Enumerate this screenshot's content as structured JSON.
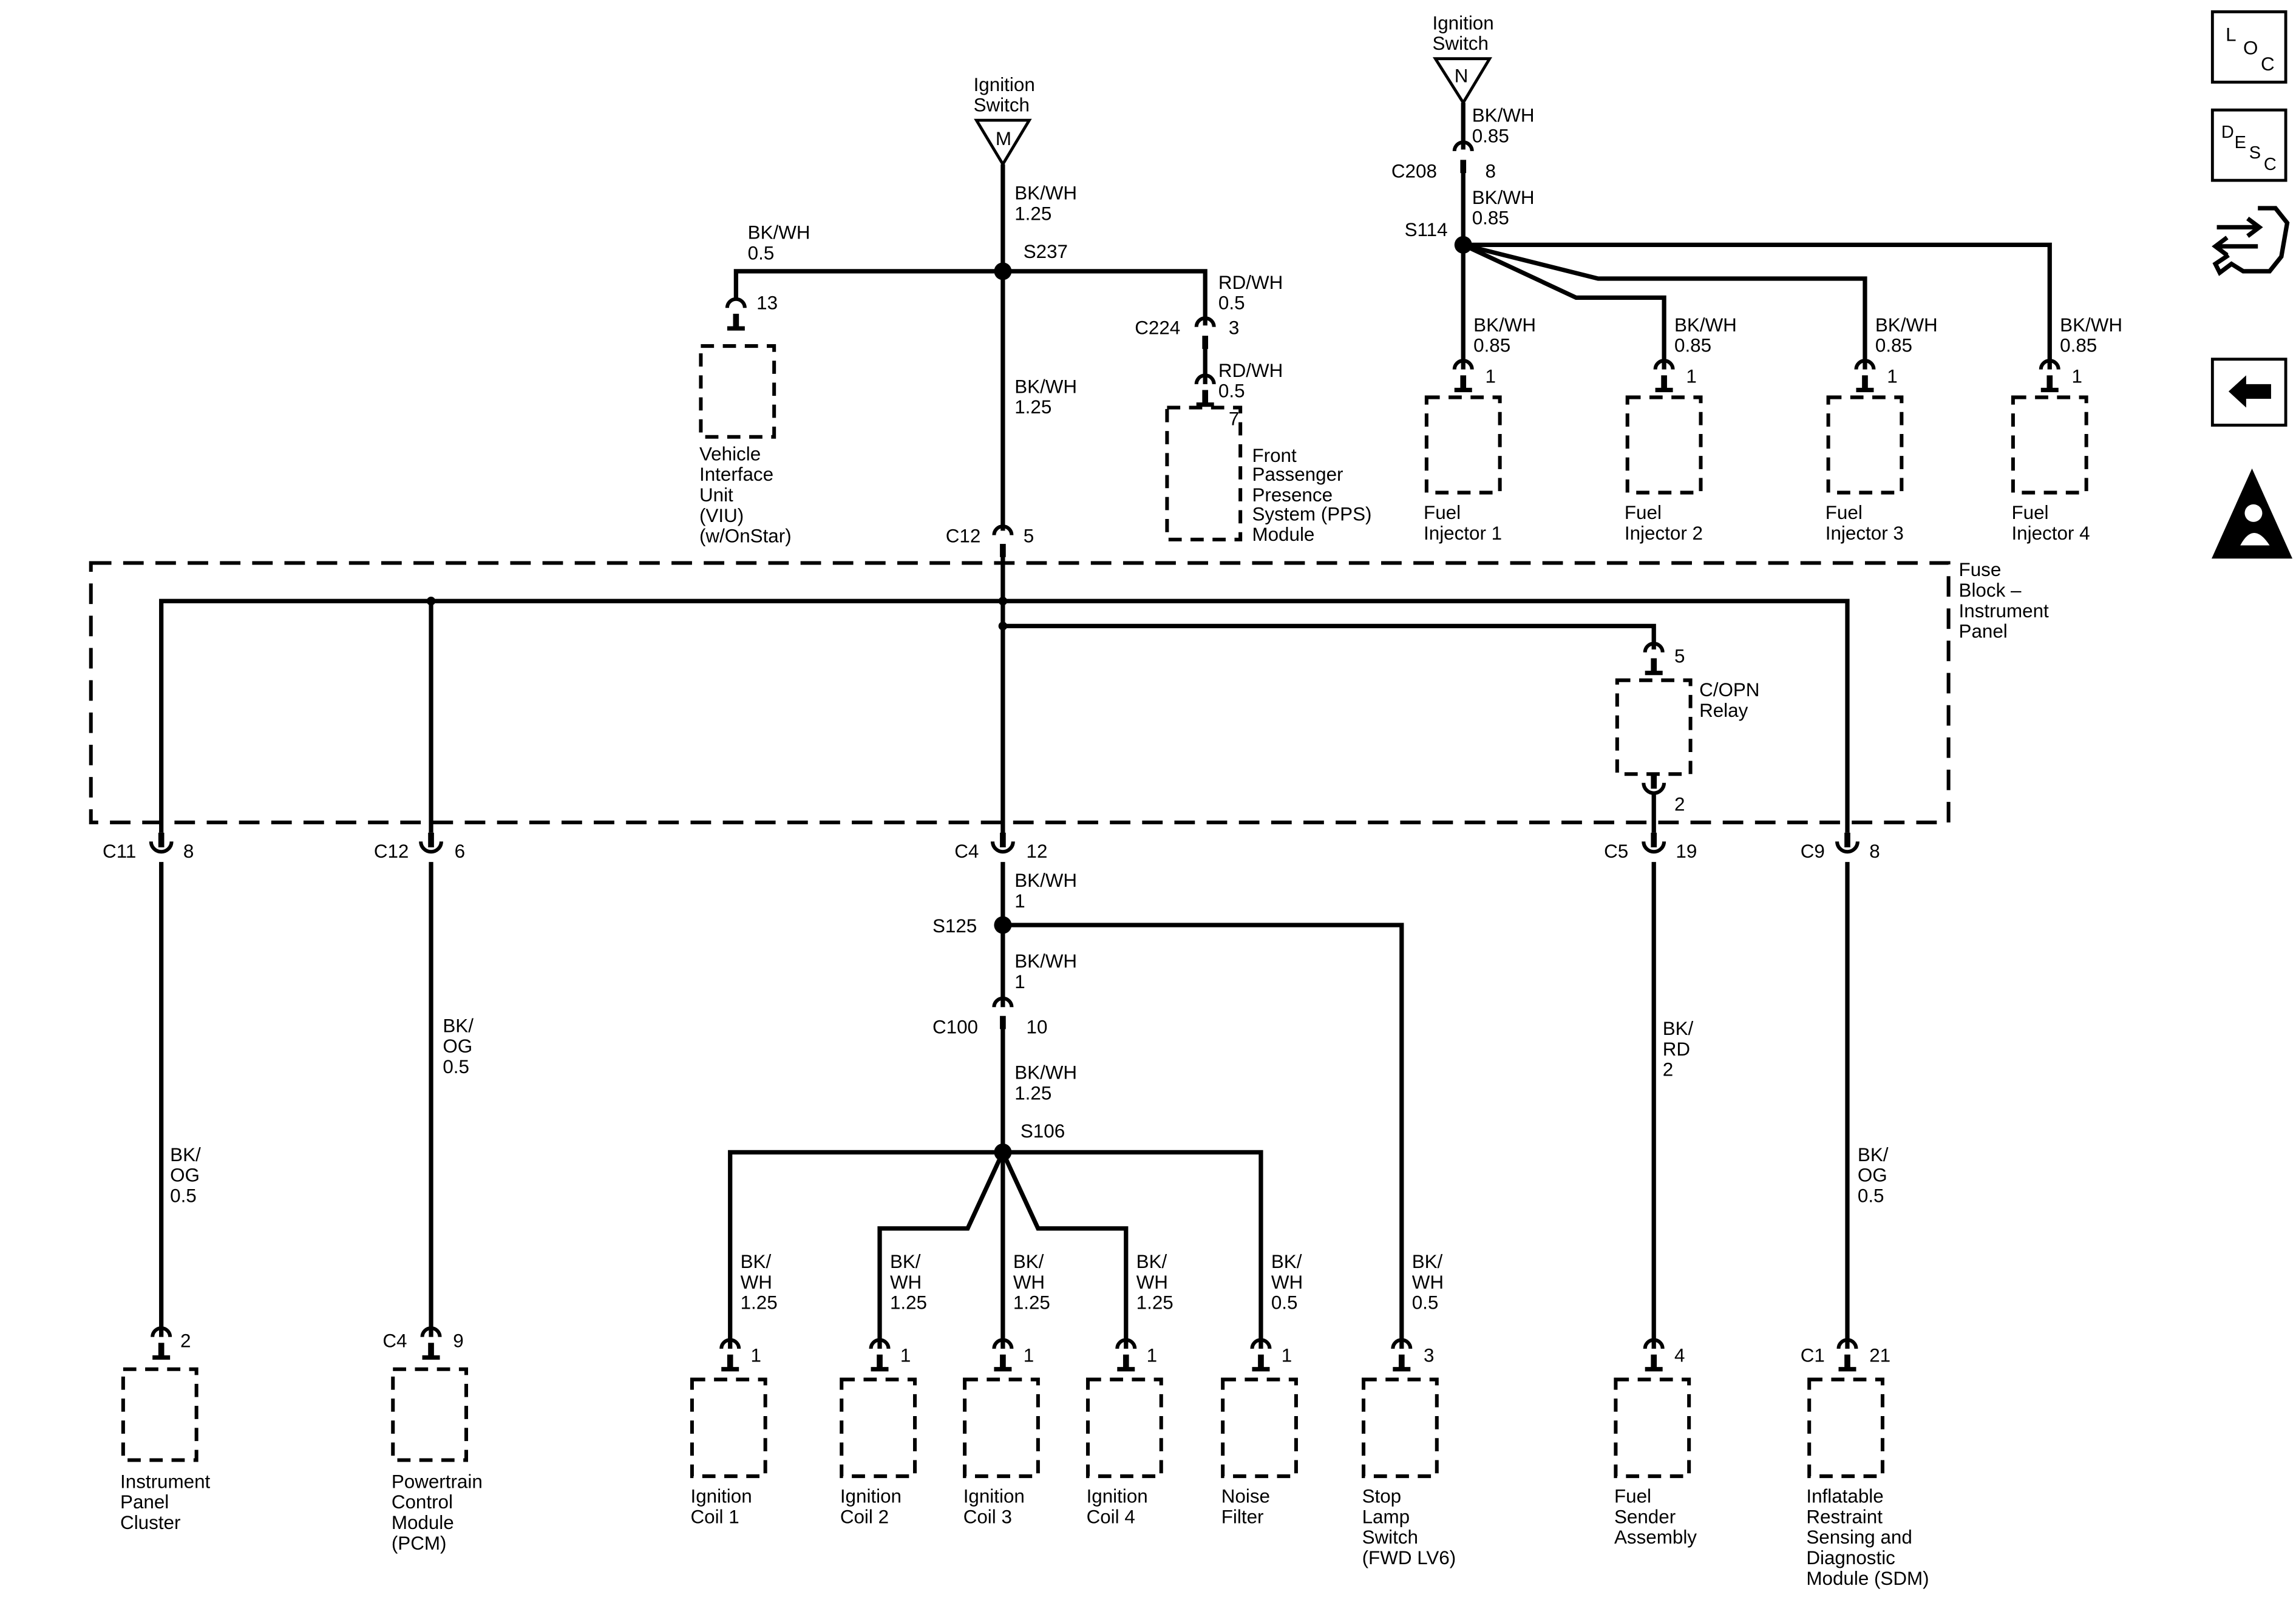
{
  "ignition_m": {
    "line1": "Ignition",
    "line2": "Switch",
    "letter": "M"
  },
  "ignition_n": {
    "line1": "Ignition",
    "line2": "Switch",
    "letter": "N"
  },
  "nav": {
    "loc": {
      "l": "L",
      "o": "O",
      "c": "C"
    },
    "desc": {
      "d": "D",
      "e": "E",
      "s": "S",
      "c": "C"
    }
  },
  "wires": {
    "m_top": {
      "color": "BK/WH",
      "size": "1.25"
    },
    "viu_feed": {
      "color": "BK/WH",
      "size": "0.5"
    },
    "pps_top": {
      "color": "RD/WH",
      "size": "0.5"
    },
    "pps_bottom": {
      "color": "RD/WH",
      "size": "0.5"
    },
    "m_mid": {
      "color": "BK/WH",
      "size": "1.25"
    },
    "n_top": {
      "color": "BK/WH",
      "size": "0.85"
    },
    "n_mid": {
      "color": "BK/WH",
      "size": "0.85"
    },
    "inj1": {
      "color": "BK/WH",
      "size": "0.85"
    },
    "inj2": {
      "color": "BK/WH",
      "size": "0.85"
    },
    "inj3": {
      "color": "BK/WH",
      "size": "0.85"
    },
    "inj4": {
      "color": "BK/WH",
      "size": "0.85"
    },
    "c4_s125": {
      "color": "BK/WH",
      "size": "1"
    },
    "s125_c100": {
      "color": "BK/WH",
      "size": "1"
    },
    "c100_s106": {
      "color": "BK/WH",
      "size": "1.25"
    },
    "ipc": {
      "l1": "BK/",
      "l2": "OG",
      "l3": "0.5"
    },
    "pcm": {
      "l1": "BK/",
      "l2": "OG",
      "l3": "0.5"
    },
    "fuel_sender": {
      "l1": "BK/",
      "l2": "RD",
      "l3": "2"
    },
    "sdm": {
      "l1": "BK/",
      "l2": "OG",
      "l3": "0.5"
    },
    "coil1": {
      "l1": "BK/",
      "l2": "WH",
      "l3": "1.25"
    },
    "coil2": {
      "l1": "BK/",
      "l2": "WH",
      "l3": "1.25"
    },
    "coil3": {
      "l1": "BK/",
      "l2": "WH",
      "l3": "1.25"
    },
    "coil4": {
      "l1": "BK/",
      "l2": "WH",
      "l3": "1.25"
    },
    "noise": {
      "l1": "BK/",
      "l2": "WH",
      "l3": "0.5"
    },
    "stop": {
      "l1": "BK/",
      "l2": "WH",
      "l3": "0.5"
    }
  },
  "splices": {
    "s237": "S237",
    "s114": "S114",
    "s125": "S125",
    "s106": "S106"
  },
  "connectors": {
    "c224": {
      "name": "C224",
      "pin": "3"
    },
    "c208": {
      "name": "C208",
      "pin": "8"
    },
    "c12_top": {
      "name": "C12",
      "pin": "5"
    },
    "c11": {
      "name": "C11",
      "pin": "8"
    },
    "c12_bottom": {
      "name": "C12",
      "pin": "6"
    },
    "c4": {
      "name": "C4",
      "pin": "12"
    },
    "c5": {
      "name": "C5",
      "pin": "19"
    },
    "c9": {
      "name": "C9",
      "pin": "8"
    },
    "c100": {
      "name": "C100",
      "pin": "10"
    },
    "pcm_c4": {
      "name": "C4",
      "pin": "9"
    },
    "sdm_c1": {
      "name": "C1",
      "pin": "21"
    }
  },
  "pins": {
    "viu": "13",
    "pps": "7",
    "inj1": "1",
    "inj2": "1",
    "inj3": "1",
    "inj4": "1",
    "relay_top": "5",
    "relay_bottom": "2",
    "ipc": "2",
    "coil1": "1",
    "coil2": "1",
    "coil3": "1",
    "coil4": "1",
    "noise": "1",
    "stop": "3",
    "fuel_sender": "4"
  },
  "fuse_block": {
    "l1": "Fuse",
    "l2": "Block –",
    "l3": "Instrument",
    "l4": "Panel"
  },
  "relay": {
    "l1": "C/OPN",
    "l2": "Relay"
  },
  "components": {
    "viu": {
      "l1": "Vehicle",
      "l2": "Interface",
      "l3": "Unit",
      "l4": "(VIU)",
      "l5": "(w/OnStar)"
    },
    "pps": {
      "l1": "Front",
      "l2": "Passenger",
      "l3": "Presence",
      "l4": "System (PPS)",
      "l5": "Module"
    },
    "inj1": {
      "l1": "Fuel",
      "l2": "Injector 1"
    },
    "inj2": {
      "l1": "Fuel",
      "l2": "Injector 2"
    },
    "inj3": {
      "l1": "Fuel",
      "l2": "Injector 3"
    },
    "inj4": {
      "l1": "Fuel",
      "l2": "Injector 4"
    },
    "ipc": {
      "l1": "Instrument",
      "l2": "Panel",
      "l3": "Cluster"
    },
    "pcm": {
      "l1": "Powertrain",
      "l2": "Control",
      "l3": "Module",
      "l4": "(PCM)"
    },
    "coil1": {
      "l1": "Ignition",
      "l2": "Coil 1"
    },
    "coil2": {
      "l1": "Ignition",
      "l2": "Coil 2"
    },
    "coil3": {
      "l1": "Ignition",
      "l2": "Coil 3"
    },
    "coil4": {
      "l1": "Ignition",
      "l2": "Coil 4"
    },
    "noise": {
      "l1": "Noise",
      "l2": "Filter"
    },
    "stop": {
      "l1": "Stop",
      "l2": "Lamp",
      "l3": "Switch",
      "l4": "(FWD LV6)"
    },
    "fuel_sender": {
      "l1": "Fuel",
      "l2": "Sender",
      "l3": "Assembly"
    },
    "sdm": {
      "l1": "Inflatable",
      "l2": "Restraint",
      "l3": "Sensing and",
      "l4": "Diagnostic",
      "l5": "Module (SDM)"
    }
  }
}
